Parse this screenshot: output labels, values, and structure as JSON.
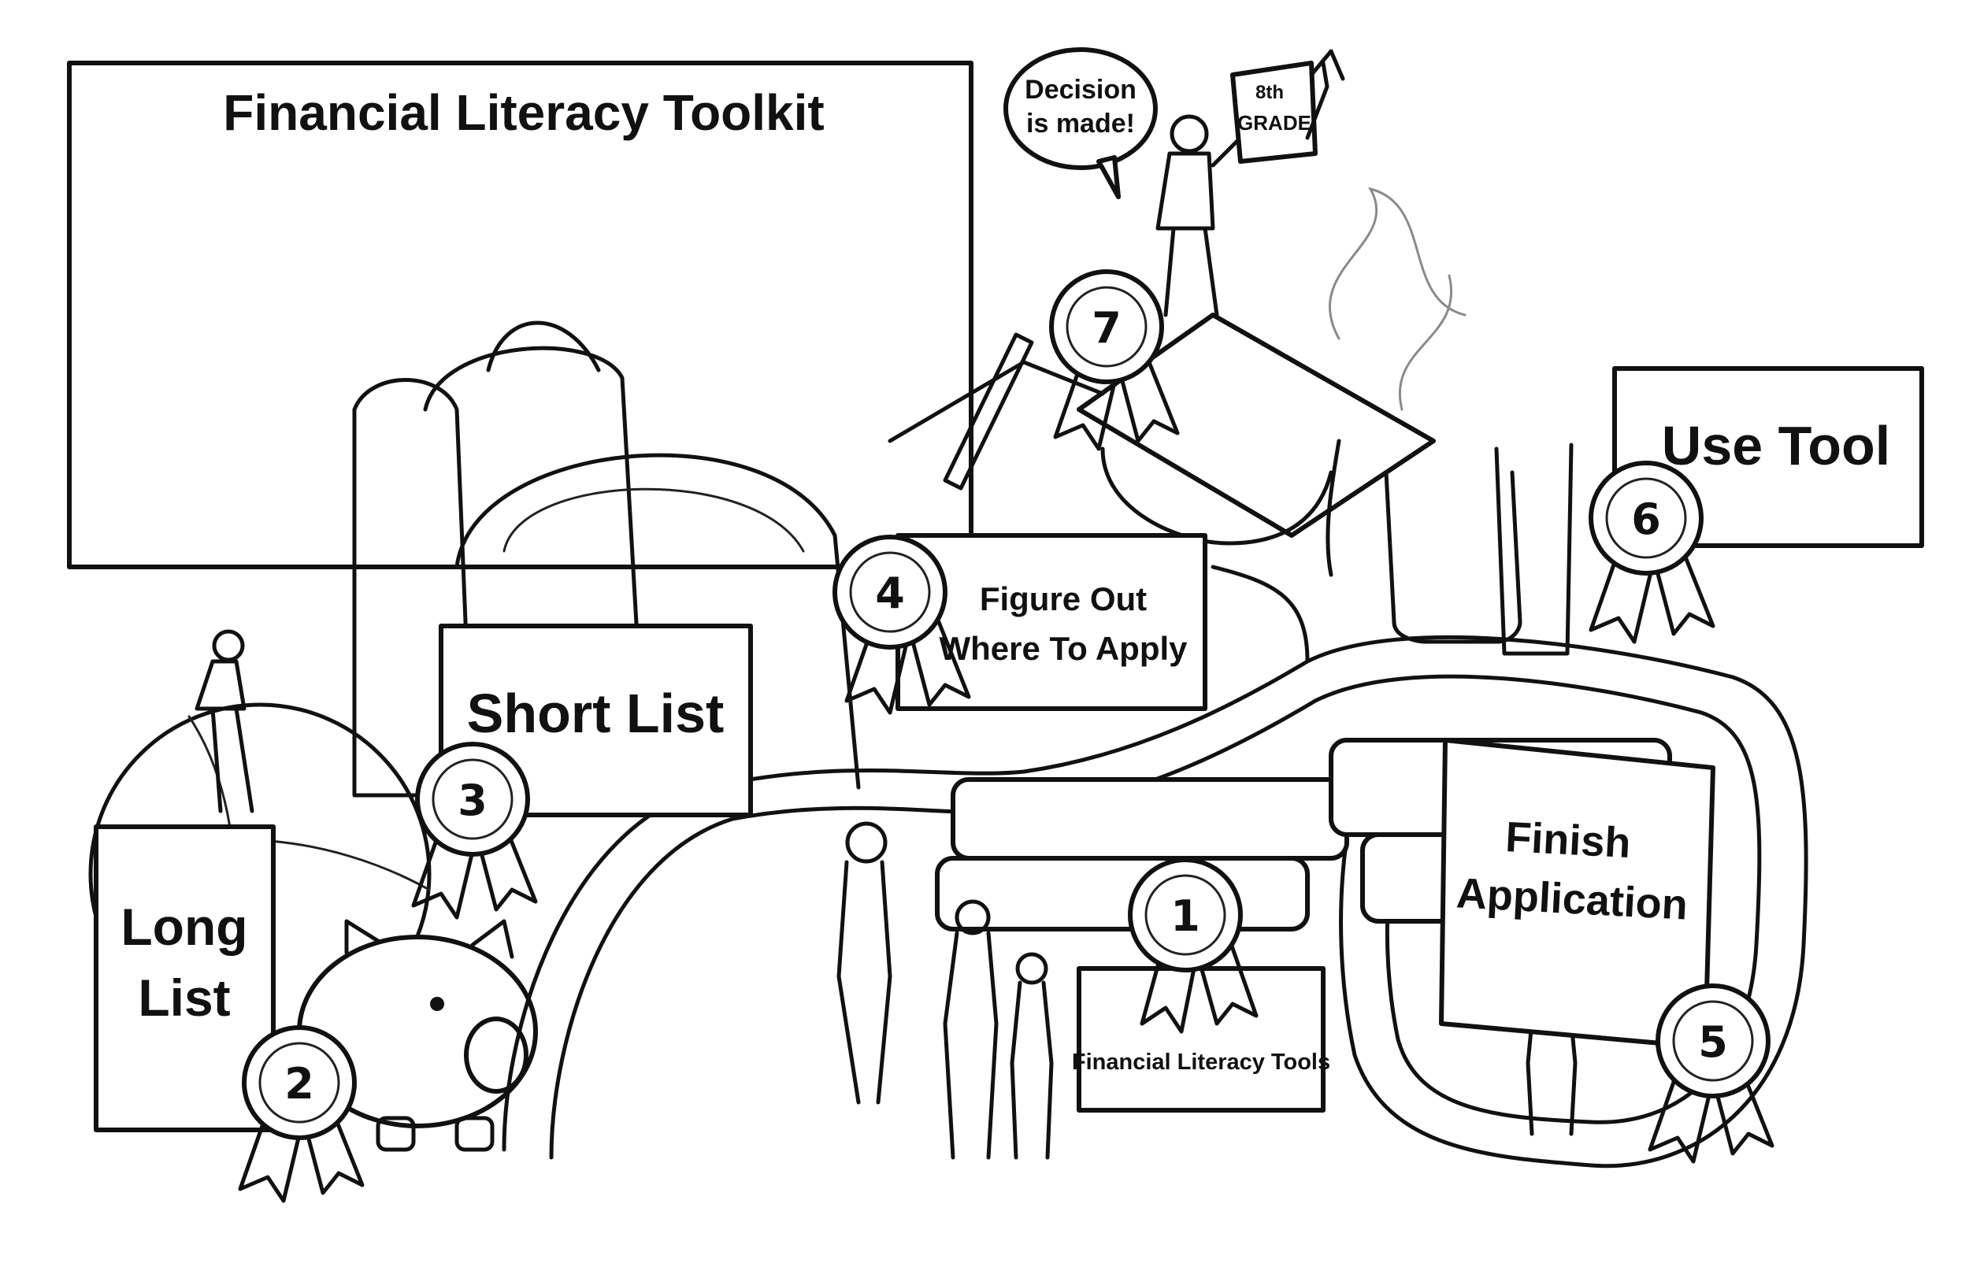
{
  "title": "Financial Literacy Toolkit",
  "speech_bubble": {
    "line1": "Decision",
    "line2": "is made!"
  },
  "sign": {
    "line1": "8th",
    "line2": "GRADE"
  },
  "stages": [
    {
      "number": "1",
      "label": "Financial Literacy Tools"
    },
    {
      "number": "2",
      "label_line1": "Long",
      "label_line2": "List"
    },
    {
      "number": "3",
      "label": "Short List"
    },
    {
      "number": "4",
      "label_line1": "Figure Out",
      "label_line2": "Where To Apply"
    },
    {
      "number": "5",
      "label_line1": "Finish",
      "label_line2": "Application"
    },
    {
      "number": "6",
      "label": "Use Tool"
    },
    {
      "number": "7"
    }
  ]
}
